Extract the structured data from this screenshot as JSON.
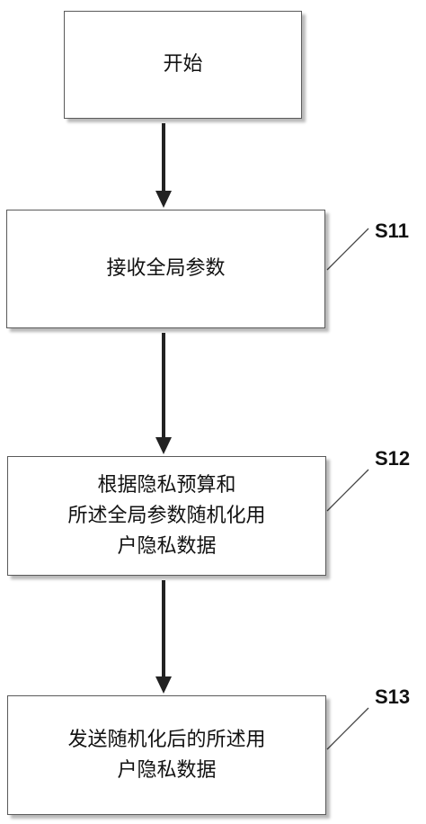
{
  "flowchart": {
    "steps": [
      {
        "id": "start",
        "lines": [
          "开始"
        ]
      },
      {
        "id": "s11",
        "label": "S11",
        "lines": [
          "接收全局参数"
        ]
      },
      {
        "id": "s12",
        "label": "S12",
        "lines": [
          "根据隐私预算和",
          "所述全局参数随机化用",
          "户隐私数据"
        ]
      },
      {
        "id": "s13",
        "label": "S13",
        "lines": [
          "发送随机化后的所述用",
          "户隐私数据"
        ]
      }
    ]
  },
  "colors": {
    "stroke": "#5a5a5a",
    "arrow": "#222222",
    "text": "#111111"
  }
}
